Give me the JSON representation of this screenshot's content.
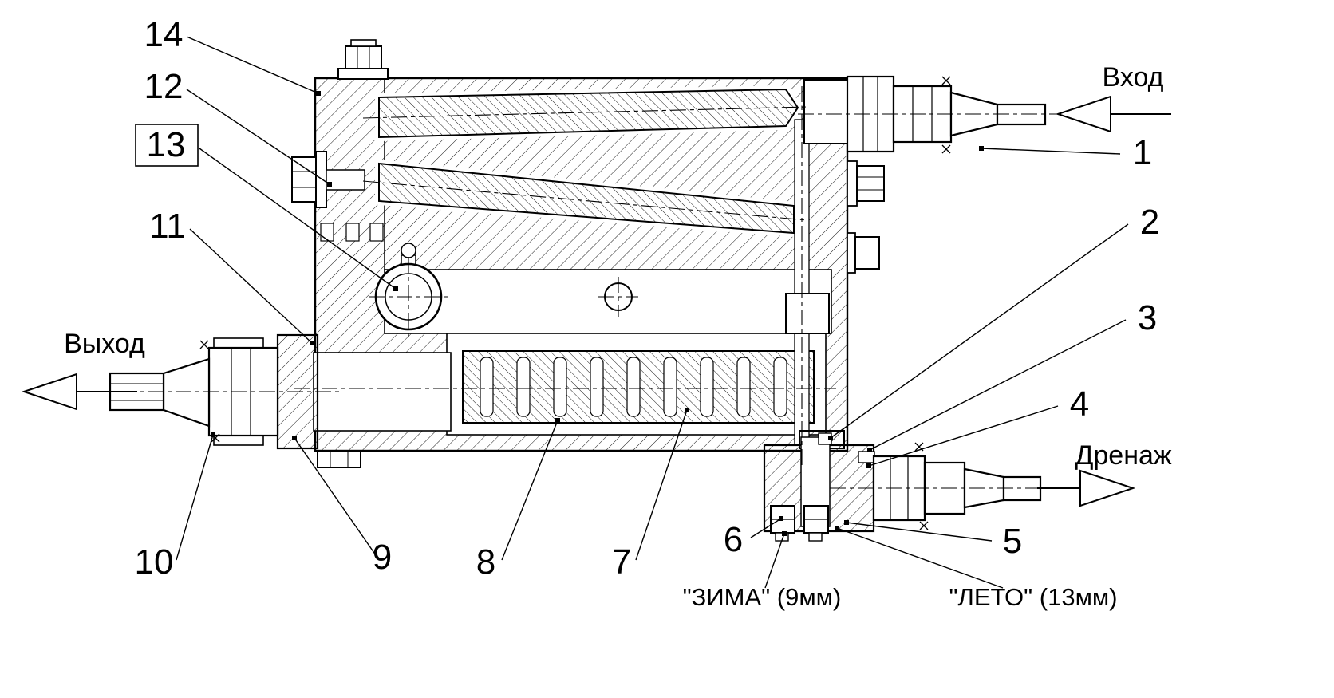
{
  "colors": {
    "line": "#000000",
    "background": "#ffffff"
  },
  "flow": {
    "inlet": "Вход",
    "outlet": "Выход",
    "drain": "Дренаж"
  },
  "modes": {
    "winter": "\"ЗИМА\" (9мм)",
    "summer": "\"ЛЕТО\" (13мм)"
  },
  "callouts": {
    "c1": "1",
    "c2": "2",
    "c3": "3",
    "c4": "4",
    "c5": "5",
    "c6": "6",
    "c7": "7",
    "c8": "8",
    "c9": "9",
    "c10": "10",
    "c11": "11",
    "c12": "12",
    "c13": "13",
    "c14": "14"
  }
}
